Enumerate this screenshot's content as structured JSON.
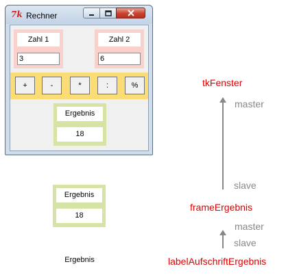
{
  "window": {
    "title": "Rechner",
    "icon": "tk-feather-icon",
    "controls": {
      "minimize": "minimize-icon",
      "maximize": "maximize-icon",
      "close": "close-icon"
    }
  },
  "inputs": {
    "zahl1": {
      "label": "Zahl 1",
      "value": "3"
    },
    "zahl2": {
      "label": "Zahl 2",
      "value": "6"
    }
  },
  "operators": [
    "+",
    "-",
    "*",
    ":",
    "%"
  ],
  "ergebnis": {
    "label": "Ergebnis",
    "value": "18"
  },
  "standalone_frame": {
    "label": "Ergebnis",
    "value": "18"
  },
  "standalone_label": "Ergebnis",
  "hierarchy": {
    "top": "tkFenster",
    "middle": "frameErgebnis",
    "bottom": "labelAufschriftErgebnis",
    "master": "master",
    "slave": "slave"
  },
  "colors": {
    "red_text": "#e00000",
    "grey_text": "#888888",
    "zahl_frame": "#f9d0cc",
    "ops_frame": "#fcdc74",
    "ergebnis_frame": "#d5e4a5"
  }
}
